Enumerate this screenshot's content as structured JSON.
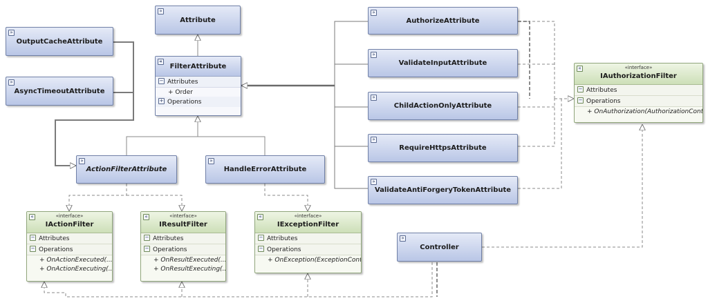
{
  "diagram": {
    "classes": {
      "attribute": "Attribute",
      "output_cache": "OutputCacheAttribute",
      "async_timeout": "AsyncTimeoutAttribute",
      "action_filter": "ActionFilterAttribute",
      "handle_error": "HandleErrorAttribute",
      "authorize": "AuthorizeAttribute",
      "validate_input": "ValidateInputAttribute",
      "child_action_only": "ChildActionOnlyAttribute",
      "require_https": "RequireHttpsAttribute",
      "validate_antiforgery": "ValidateAntiForgeryTokenAttribute",
      "controller": "Controller"
    },
    "filter_attribute": {
      "name": "FilterAttribute",
      "attributes_label": "Attributes",
      "attribute_item": "+ Order",
      "operations_label": "Operations"
    },
    "interfaces": {
      "stereotype": "«interface»",
      "attributes_label": "Attributes",
      "operations_label": "Operations",
      "iaction_filter": {
        "name": "IActionFilter",
        "ops": [
          "+ OnActionExecuted(...",
          "+ OnActionExecuting(..."
        ]
      },
      "iresult_filter": {
        "name": "IResultFilter",
        "ops": [
          "+ OnResultExecuted(...",
          "+ OnResultExecuting(..."
        ]
      },
      "iexception_filter": {
        "name": "IExceptionFilter",
        "ops": [
          "+ OnException(ExceptionCont..."
        ]
      },
      "iauthorization_filter": {
        "name": "IAuthorizationFilter",
        "ops": [
          "+ OnAuthorization(AuthorizationCont..."
        ]
      }
    },
    "toggle_glyphs": {
      "collapsed": "»",
      "expanded": "«",
      "minus": "−",
      "plus": "+"
    },
    "colors": {
      "class_fill": "#c7d2ee",
      "interface_fill": "#d9e8c6",
      "edge": "#7a7a7a"
    }
  }
}
